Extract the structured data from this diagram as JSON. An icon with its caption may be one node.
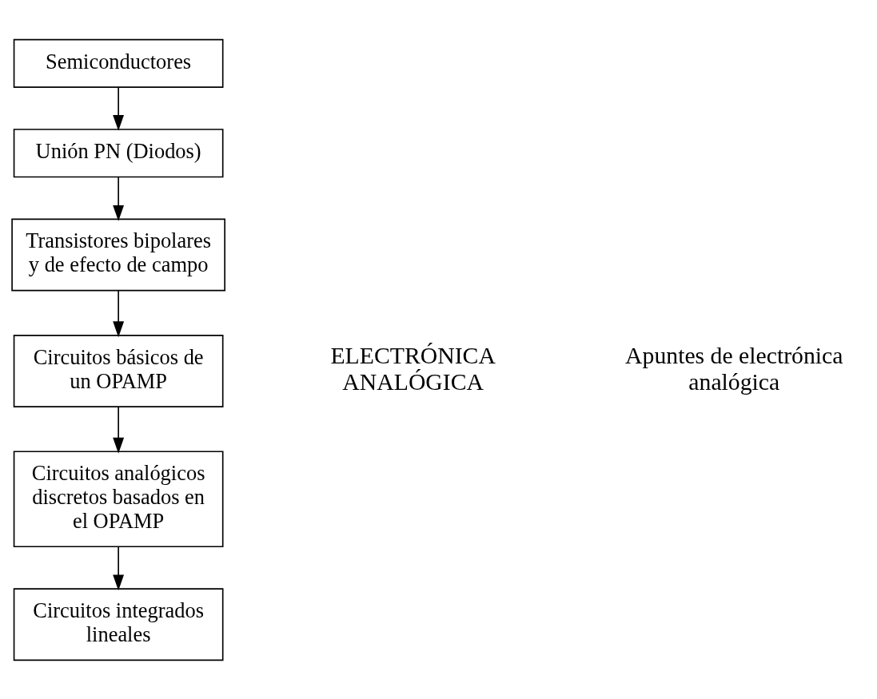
{
  "diagram": {
    "nodes": [
      {
        "text": [
          "Semiconductores"
        ]
      },
      {
        "text": [
          "Unión PN (Diodos)"
        ]
      },
      {
        "text": [
          "Transistores bipolares y de efecto de campo"
        ]
      },
      {
        "text": [
          "Circuitos básicos de un OPAMP"
        ]
      },
      {
        "text": [
          "Circuitos analógicos discretos basados en el OPAMP"
        ]
      },
      {
        "text": [
          "Circuitos integrados lineales"
        ]
      }
    ],
    "edges": [
      {
        "from": 0,
        "to": 1,
        "arrow": "to"
      },
      {
        "from": 1,
        "to": 2,
        "arrow": "to"
      },
      {
        "from": 2,
        "to": 3,
        "arrow": "to"
      },
      {
        "from": 3,
        "to": 4,
        "arrow": "to"
      },
      {
        "from": 4,
        "to": 5,
        "arrow": "to"
      }
    ],
    "labels": [
      "ELECTRÓNICA ANALÓGICA",
      "Apuntes de electrónica analógica"
    ]
  }
}
